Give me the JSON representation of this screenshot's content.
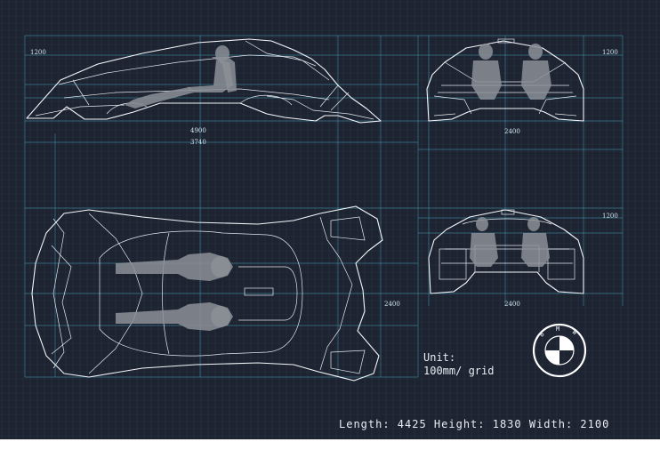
{
  "dimensions": {
    "side_height": "1200",
    "side_length_total": "4900",
    "side_wheelbase": "3740",
    "front_height": "1200",
    "front_width": "2400",
    "rear_height": "1200",
    "rear_width": "2400",
    "top_width": "2400"
  },
  "units": {
    "line1": "Unit:",
    "line2": "100mm/ grid"
  },
  "specs": "Length: 4425 Height: 1830 Width: 2100",
  "logo": {
    "letters": [
      "B",
      "M",
      "W"
    ]
  },
  "colors": {
    "background": "#1d2330",
    "grid_minor": "#2c3442",
    "grid_major": "#3f8fa9",
    "line": "#f4f6fa",
    "occupant": "#8c9098"
  }
}
